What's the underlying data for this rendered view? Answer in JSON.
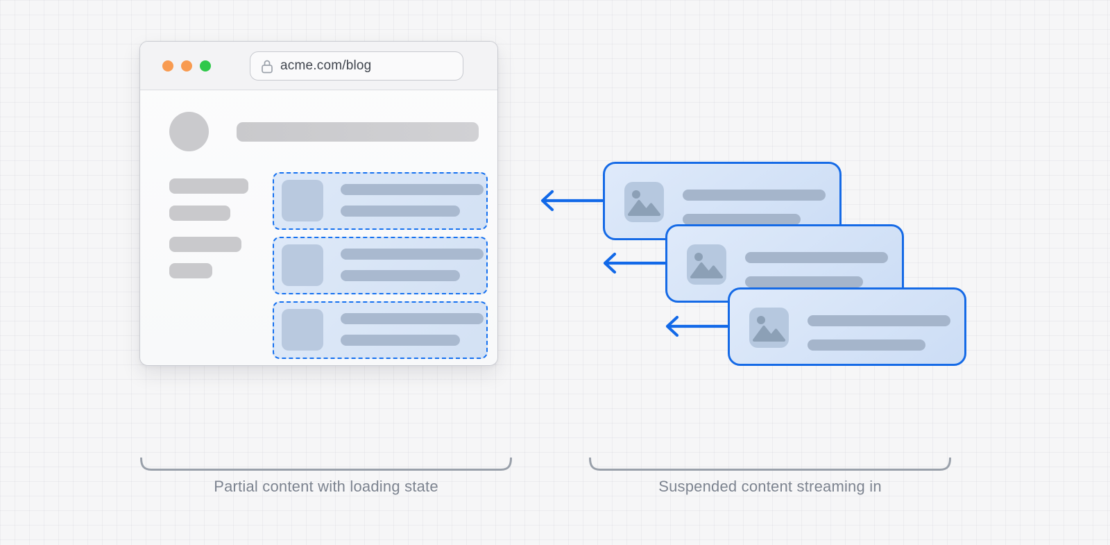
{
  "browser": {
    "url": "acme.com/blog",
    "traffic_lights": [
      "#F89B51",
      "#F89B51",
      "#2FC84A"
    ]
  },
  "annotations": {
    "left_label": "Partial content with loading state",
    "right_label": "Suspended content streaming in"
  },
  "diagram": {
    "left_panel": {
      "loading_placeholder_count": 3,
      "sidebar_skeleton_count": 4
    },
    "right_panel": {
      "streaming_card_count": 3,
      "arrow_direction": "left"
    }
  },
  "colors": {
    "accent_blue": "#156AE6",
    "dashed_border_blue": "#1470F0",
    "card_bg_light": "#DFEAFA",
    "card_bg_dark": "#CCDDF5",
    "skeleton_gray": "#C9C9CC",
    "skeleton_blue": "#A9B9CF",
    "thumb_blue": "#B6C8DF",
    "brace_gray": "#99A0AA",
    "label_gray": "#7C838F",
    "page_bg": "#F6F6F7"
  }
}
